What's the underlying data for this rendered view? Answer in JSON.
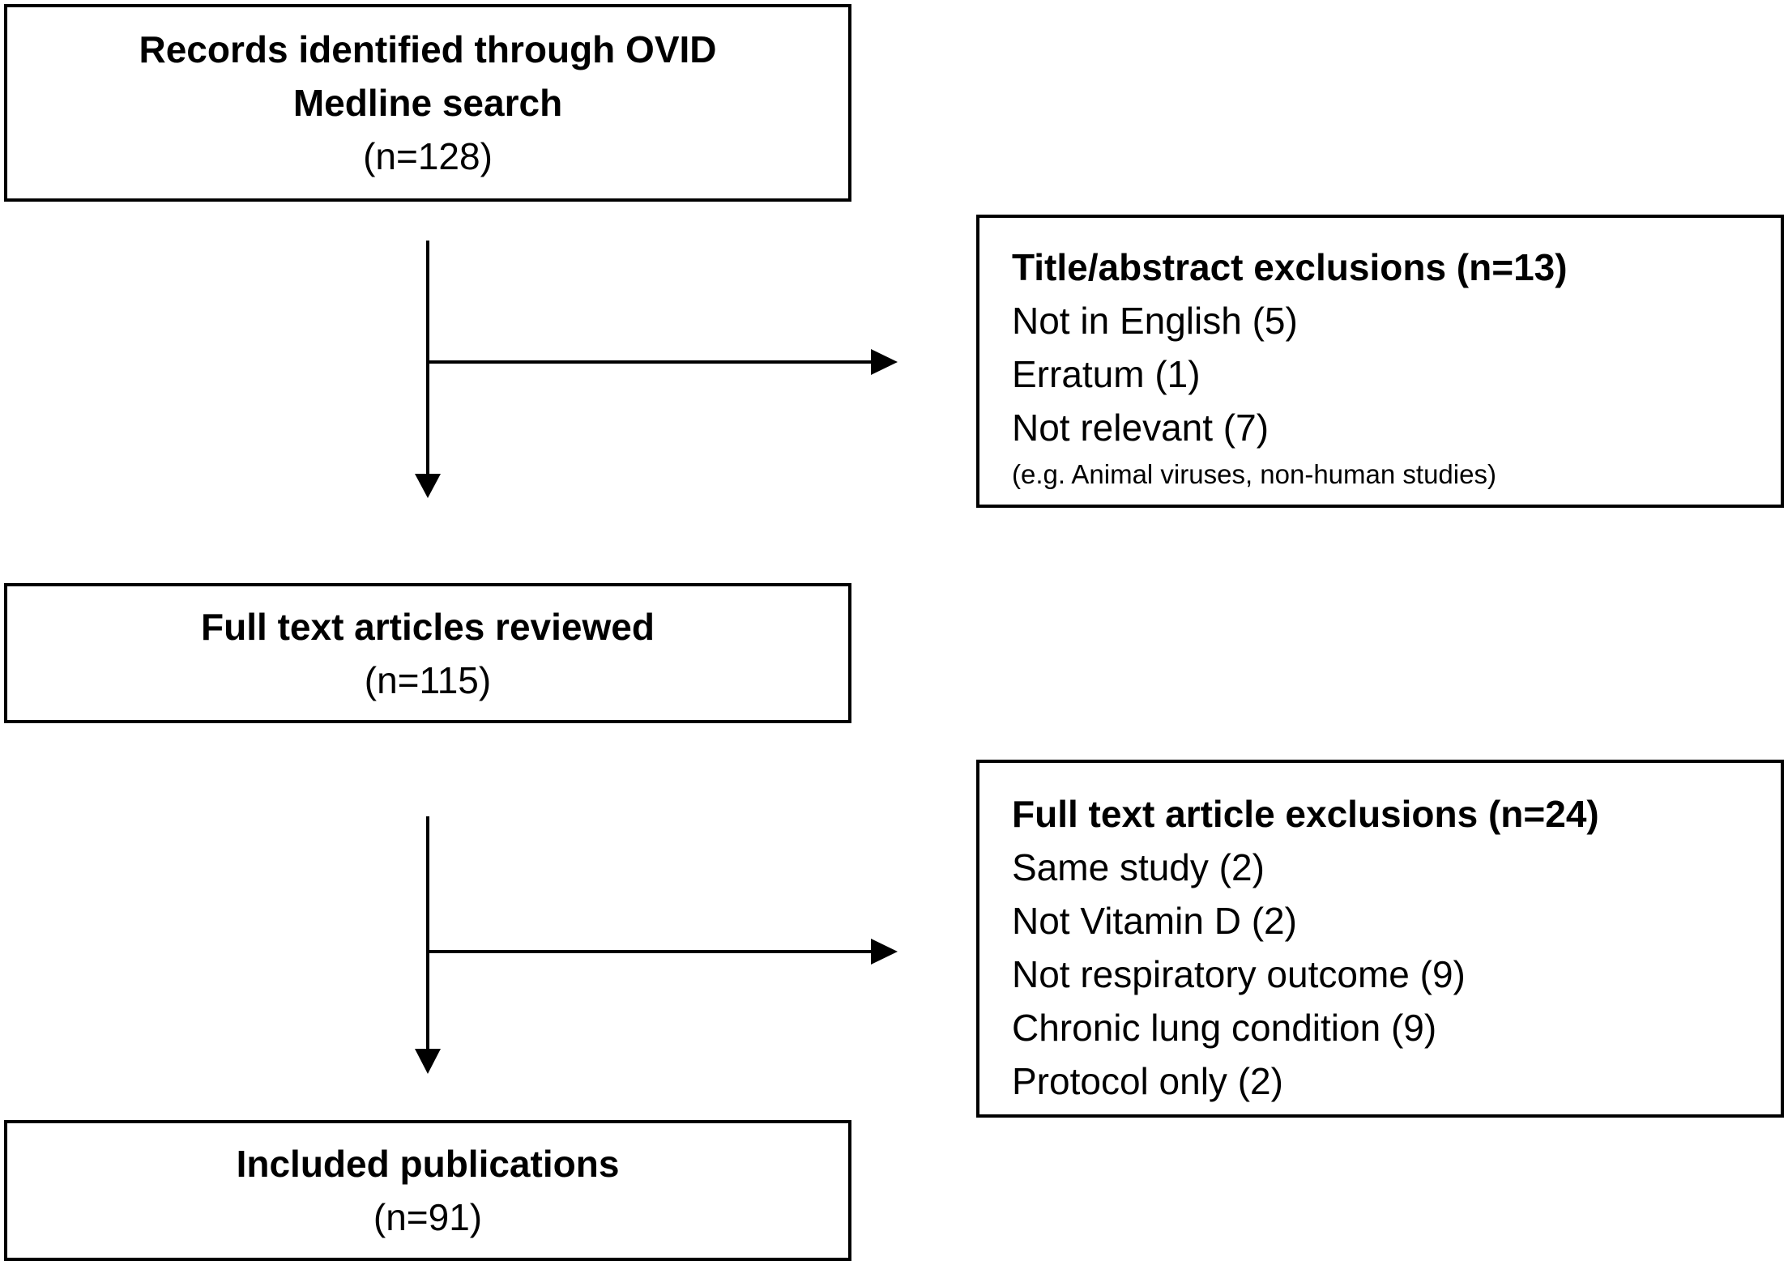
{
  "boxes": {
    "records": {
      "title_lines": [
        "Records identified through OVID",
        "Medline search"
      ],
      "count": "(n=128)"
    },
    "title_abstract_exclusions": {
      "title": "Title/abstract exclusions (n=13)",
      "items": [
        "Not in English (5)",
        "Erratum (1)",
        "Not relevant (7)"
      ],
      "note": "(e.g. Animal viruses, non-human studies)"
    },
    "full_text_reviewed": {
      "title": "Full text articles reviewed",
      "count": "(n=115)"
    },
    "full_text_exclusions": {
      "title": "Full text article exclusions (n=24)",
      "items": [
        "Same study (2)",
        "Not Vitamin D (2)",
        "Not respiratory outcome (9)",
        "Chronic lung condition (9)",
        "Protocol only (2)"
      ]
    },
    "included": {
      "title": "Included publications",
      "count": "(n=91)"
    }
  }
}
